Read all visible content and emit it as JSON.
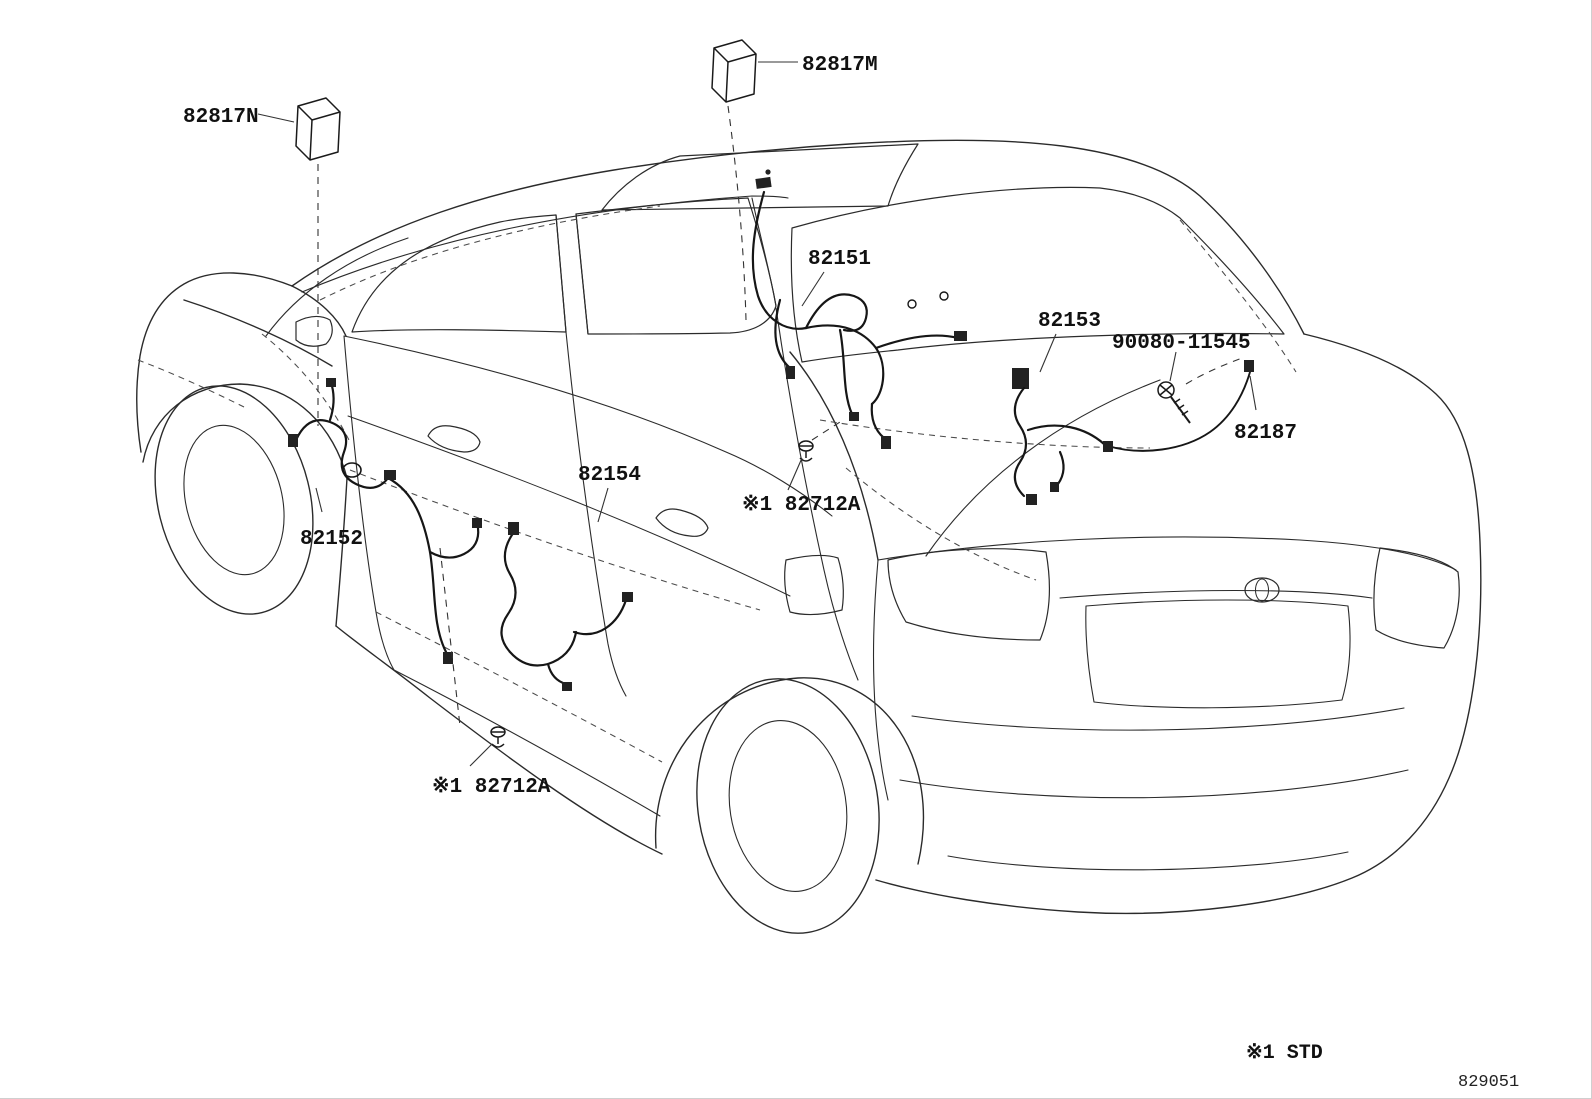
{
  "diagram": {
    "description": "Vehicle rear-quarter ghost view wiring diagram",
    "labels": {
      "l82817n": "82817N",
      "l82817m": "82817M",
      "l82151": "82151",
      "l82153": "82153",
      "l90080_11545": "90080-11545",
      "l82187": "82187",
      "l82152": "82152",
      "l82154": "82154",
      "l82712a_upper": "※1 82712A",
      "l82712a_lower": "※1 82712A",
      "footnote_std": "※1 STD",
      "drawing_number": "829051"
    },
    "colors": {
      "line": "#2b2b2b",
      "harness": "#161616",
      "label_text": "#111111"
    }
  }
}
